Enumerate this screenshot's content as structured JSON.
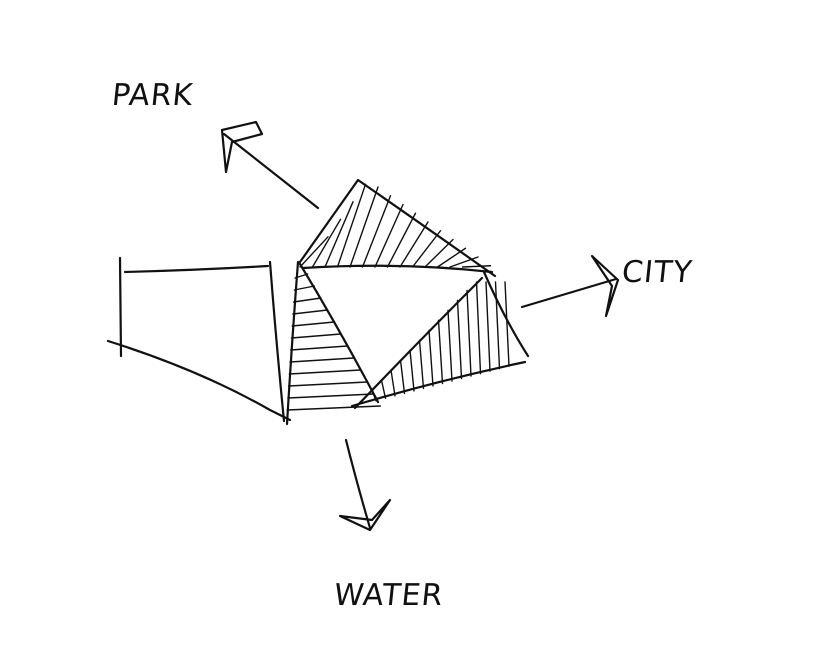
{
  "labels": {
    "park": "PARK",
    "city": "CITY",
    "water": "WATER"
  },
  "colors": {
    "ink": "#111111",
    "paper": "#ffffff"
  }
}
